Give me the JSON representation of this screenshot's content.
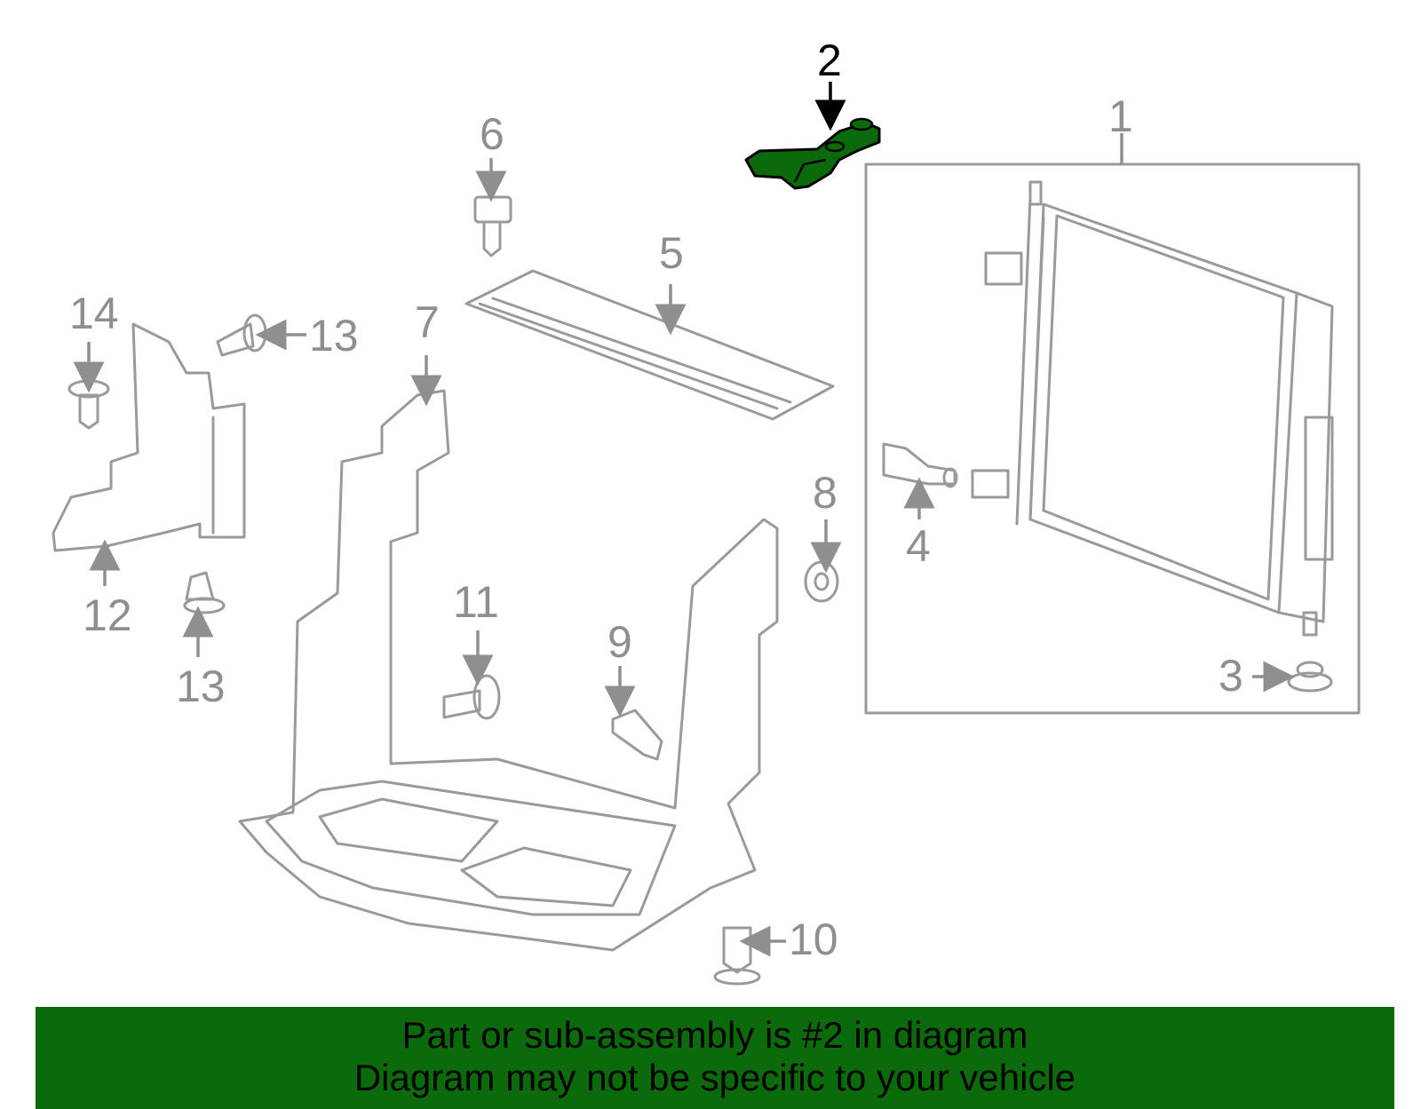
{
  "callouts": {
    "c1": "1",
    "c2": "2",
    "c3": "3",
    "c4": "4",
    "c5": "5",
    "c6": "6",
    "c7": "7",
    "c8": "8",
    "c9": "9",
    "c10": "10",
    "c11": "11",
    "c12": "12",
    "c13a": "13",
    "c13b": "13",
    "c14": "14"
  },
  "highlighted_part": "2",
  "colors": {
    "highlight": "#0b6b0b",
    "line_art": "#9a9a9a",
    "banner": "#0b6b0b"
  },
  "banner": {
    "line1": "Part or sub-assembly is #2 in diagram",
    "line2": "Diagram may not be specific to your vehicle"
  }
}
